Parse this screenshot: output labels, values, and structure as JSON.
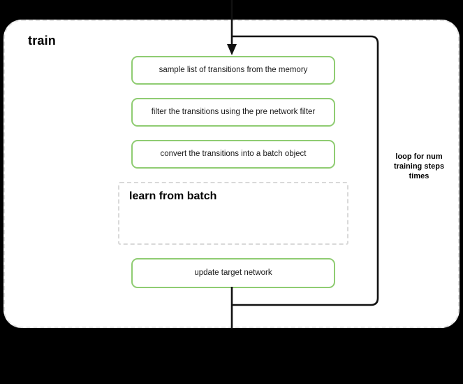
{
  "diagram": {
    "type": "flowchart",
    "background_color": "#000000",
    "container": {
      "title": "train",
      "border_style": "dashed",
      "border_color": "#e2e2e2",
      "fill_color": "#ffffff"
    },
    "process_boxes": [
      {
        "id": "sample",
        "label": "sample list of transitions from the memory",
        "border_color": "#8fcc72"
      },
      {
        "id": "filter",
        "label": "filter the transitions using the pre network filter",
        "border_color": "#8fcc72"
      },
      {
        "id": "convert",
        "label": "convert the transitions into a batch object",
        "border_color": "#8fcc72"
      },
      {
        "id": "update",
        "label": "update target network",
        "border_color": "#8fcc72"
      }
    ],
    "subgroup": {
      "title": "learn from batch",
      "border_style": "dashed",
      "border_color": "#d9d9d9"
    },
    "loop": {
      "caption_line1": "loop for num",
      "caption_line2": "training steps",
      "caption_line3": "times",
      "line_color": "#111111"
    }
  }
}
